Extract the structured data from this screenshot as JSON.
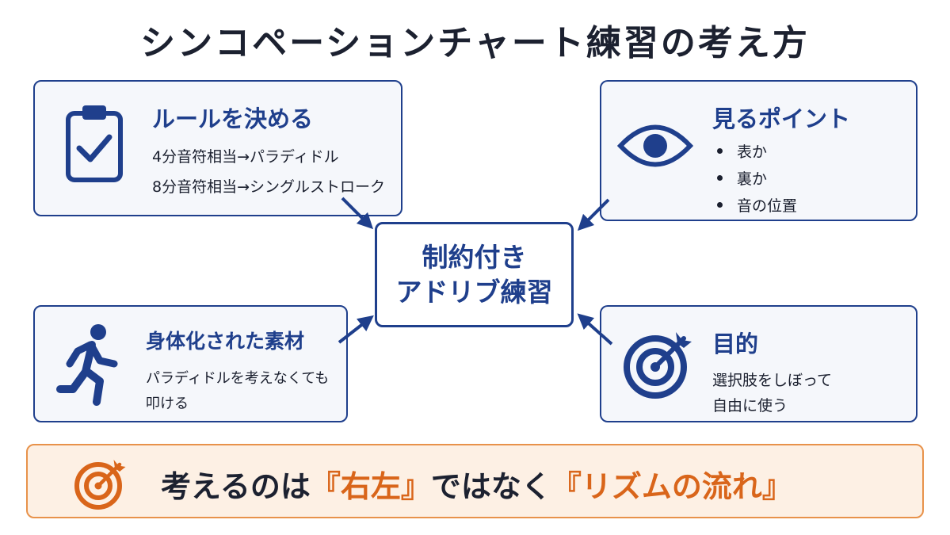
{
  "title": "シンコペーションチャート練習の考え方",
  "center": {
    "line1": "制約付き",
    "line2": "アドリブ練習"
  },
  "rules": {
    "heading": "ルールを決める",
    "icon": "clipboard-check-icon",
    "lines": [
      "4分音符相当→パラディドル",
      "8分音符相当→シングルストローク"
    ]
  },
  "points": {
    "heading": "見るポイント",
    "icon": "eye-icon",
    "items": [
      "表か",
      "裏か",
      "音の位置"
    ]
  },
  "body_material": {
    "heading": "身体化された素材",
    "icon": "running-person-icon",
    "lines": [
      "パラディドルを考えなくても",
      "叩ける"
    ]
  },
  "goal": {
    "heading": "目的",
    "icon": "target-arrow-icon",
    "lines": [
      "選択肢をしぼって",
      "自由に使う"
    ]
  },
  "banner": {
    "icon": "target-arrow-icon",
    "part1": "考えるのは",
    "accent1": "『右左』",
    "part2": "ではなく",
    "accent2": "『リズムの流れ』"
  },
  "colors": {
    "primary": "#1f3f8c",
    "accent": "#d9651a",
    "banner_bg": "#fdf0e4",
    "card_bg": "#f5f7fb"
  }
}
